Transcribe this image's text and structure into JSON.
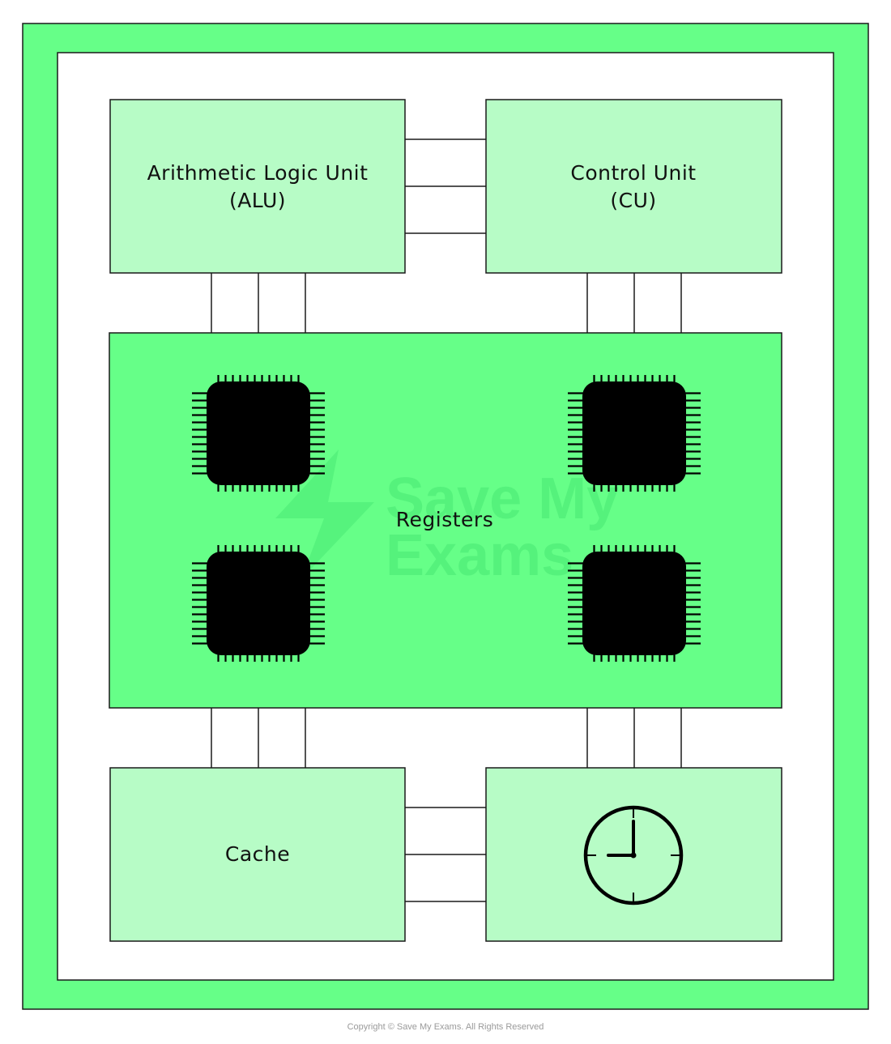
{
  "diagram": {
    "components": {
      "alu": {
        "line1": "Arithmetic Logic Unit",
        "line2": "(ALU)"
      },
      "cu": {
        "line1": "Control Unit",
        "line2": "(CU)"
      },
      "registers": {
        "label": "Registers"
      },
      "cache": {
        "label": "Cache"
      },
      "clock": {
        "icon": "clock-icon"
      }
    },
    "chip_icon": "microchip-icon",
    "watermark": {
      "line1": "Save My",
      "line2": "Exams"
    },
    "copyright": "Copyright © Save My Exams. All Rights Reserved"
  },
  "colors": {
    "outer_frame": "#66ff88",
    "component_fill": "#b7fcc6",
    "registers_fill": "#66ff88",
    "watermark": "#52f07a",
    "stroke": "#1a1a1a",
    "chip": "#000000"
  }
}
